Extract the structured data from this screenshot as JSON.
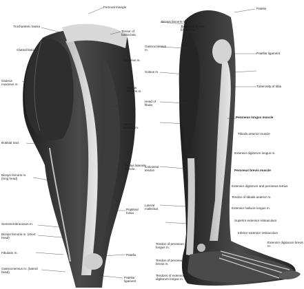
{
  "figure": {
    "left_view": {
      "labels": [
        "Trochanteric fascia",
        "Gluteal fascia",
        "Gluteus maximus m.",
        "Iliotibial tract",
        "Biceps femoris m. (long head)",
        "Semimembranosus m.",
        "Biceps femoris m. (short head)",
        "Fibularis m.",
        "Gastrocnemius m. (lateral head)",
        "Femoral triangle",
        "Tensor of fascia lata",
        "Sartorius m.",
        "Rectus femoris m.",
        "Vastus lateralis m.",
        "Vastus lateralis muscle",
        "Popliteal fossa",
        "Patella",
        "Patellar ligament"
      ]
    },
    "right_view": {
      "labels": [
        "Biceps femoris m.",
        "Gastrocnemius m.",
        "Soleus m.",
        "Tendon of biceps femoris m.",
        "Head of fibula",
        "Patella",
        "Patellar ligament",
        "Tuberosity of tibia",
        "Peroneus longus muscle",
        "Tibialis anterior muscle",
        "Extensor digitorum longus m.",
        "Peroneus brevis muscle",
        "Extensor digitorum and peroneus tertius",
        "Tendon of tibialis anterior m.",
        "Extensor hallucis longus m.",
        "Calcaneal tendon",
        "Lateral malleolus",
        "Superior extensor retinaculum",
        "Inferior extensor retinaculum",
        "Tendon of peroneus longus m.",
        "Tendon of peroneus brevis m.",
        "Extensor digitorum brevis m.",
        "Tendons of extensor digitorum longus m."
      ]
    }
  }
}
